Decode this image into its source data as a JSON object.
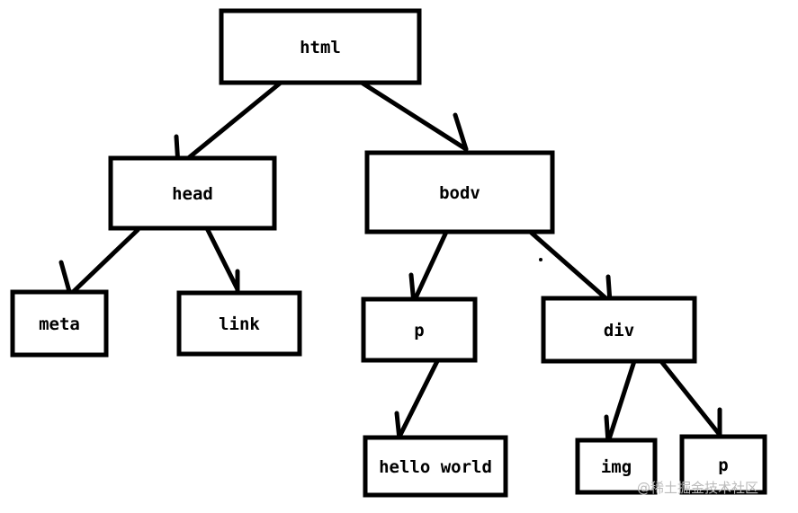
{
  "diagram": {
    "type": "tree",
    "stroke_color": "#000000",
    "background_color": "#ffffff",
    "watermark_color": "#bbbbbb",
    "nodes": [
      {
        "id": "html",
        "label": "html"
      },
      {
        "id": "head",
        "label": "head"
      },
      {
        "id": "body",
        "label": "bodv"
      },
      {
        "id": "meta",
        "label": "meta"
      },
      {
        "id": "link",
        "label": "link"
      },
      {
        "id": "p1",
        "label": "p"
      },
      {
        "id": "div",
        "label": "div"
      },
      {
        "id": "hello",
        "label": "hello world"
      },
      {
        "id": "img",
        "label": "img"
      },
      {
        "id": "p2",
        "label": "p"
      }
    ],
    "edges": [
      {
        "from": "html",
        "to": "head"
      },
      {
        "from": "html",
        "to": "body"
      },
      {
        "from": "head",
        "to": "meta"
      },
      {
        "from": "head",
        "to": "link"
      },
      {
        "from": "body",
        "to": "p1"
      },
      {
        "from": "body",
        "to": "div"
      },
      {
        "from": "p1",
        "to": "hello"
      },
      {
        "from": "div",
        "to": "img"
      },
      {
        "from": "div",
        "to": "p2"
      }
    ]
  },
  "watermark": {
    "text": "@稀土掘金技术社区"
  }
}
